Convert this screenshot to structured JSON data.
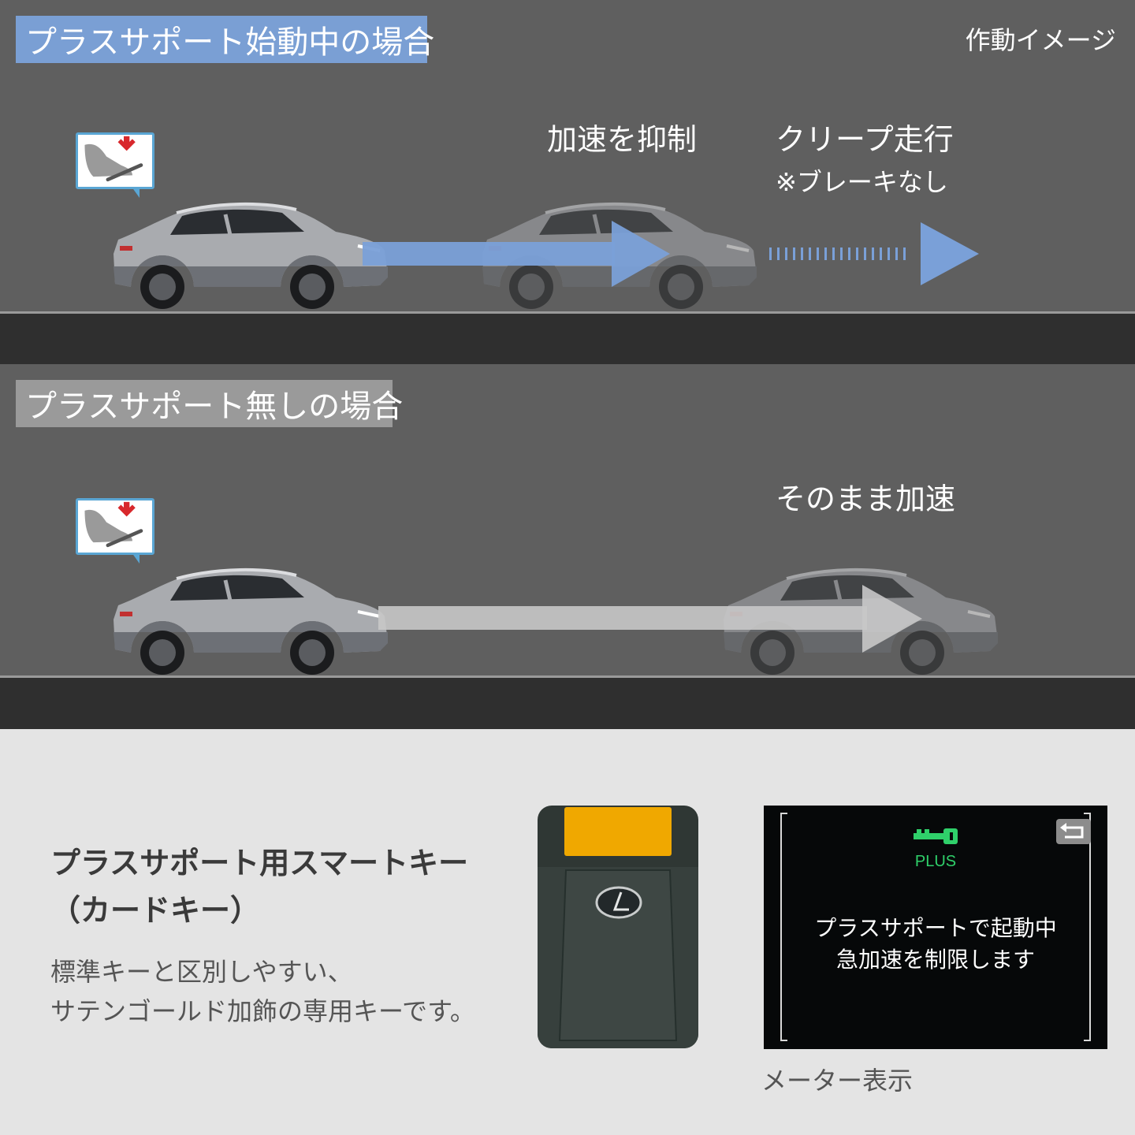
{
  "header": {
    "image_note": "作動イメージ"
  },
  "scenario_with": {
    "title": "プラスサポート始動中の場合",
    "label_suppress": "加速を抑制",
    "label_creep": "クリープ走行",
    "label_creep_note": "※ブレーキなし",
    "colors": {
      "tag": "#7a9fd4",
      "arrow": "#7aa0d8"
    }
  },
  "scenario_without": {
    "title": "プラスサポート無しの場合",
    "label_accelerate": "そのまま加速",
    "colors": {
      "tag": "#9a9a9a",
      "arrow": "#c8c8c8"
    }
  },
  "card_key": {
    "title_line1": "プラスサポート用スマートキー",
    "title_line2": "（カードキー）",
    "desc_line1": "標準キーと区別しやすい、",
    "desc_line2": "サテンゴールド加飾の専用キーです。",
    "accent": "#f0a800",
    "logo_icon": "lexus-logo-icon"
  },
  "meter": {
    "plus_label": "PLUS",
    "message_line1": "プラスサポートで起動中",
    "message_line2": "急加速を制限します",
    "caption": "メーター表示",
    "key_icon_color": "#2fd06a",
    "icons": [
      "key-icon",
      "return-icon"
    ]
  }
}
